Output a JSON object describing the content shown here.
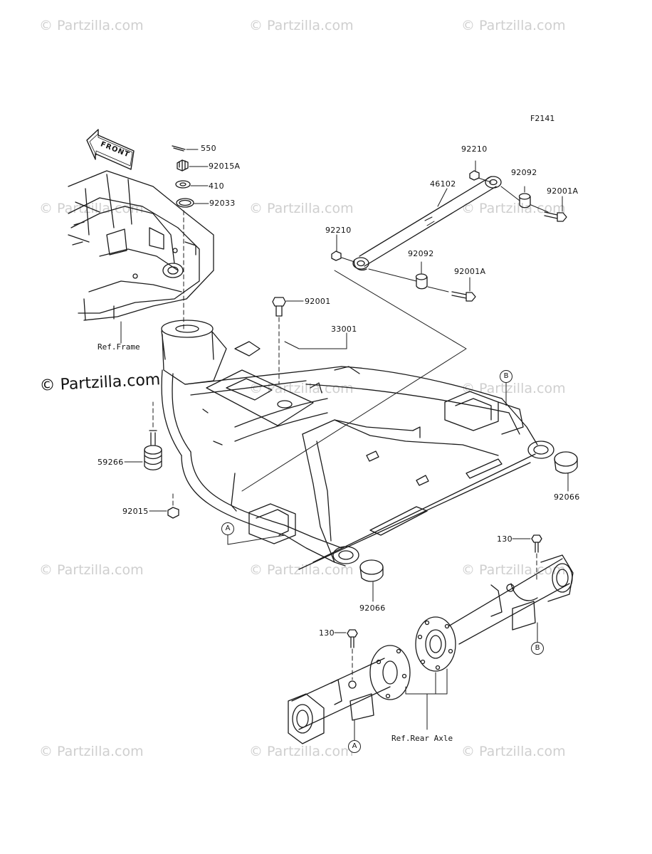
{
  "figure_code": "F2141",
  "front_label": "FRONT",
  "watermark": "© Partzilla.com",
  "part_labels": {
    "p550": "550",
    "p92015A": "92015A",
    "p410": "410",
    "p92033": "92033",
    "p92210_top": "92210",
    "p92092_top": "92092",
    "p46102": "46102",
    "p92001A_top": "92001A",
    "p92210_mid": "92210",
    "p92092_mid": "92092",
    "p92001A_mid": "92001A",
    "p92001": "92001",
    "p33001": "33001",
    "p59266": "59266",
    "p92015": "92015",
    "p92066_right": "92066",
    "p92066_bottom": "92066",
    "p130_right": "130",
    "p130_left": "130"
  },
  "references": {
    "frame": "Ref.Frame",
    "rear_axle": "Ref.Rear Axle"
  },
  "callouts": {
    "a_upper": "A",
    "b_upper": "B",
    "a_lower": "A",
    "b_lower": "B"
  }
}
